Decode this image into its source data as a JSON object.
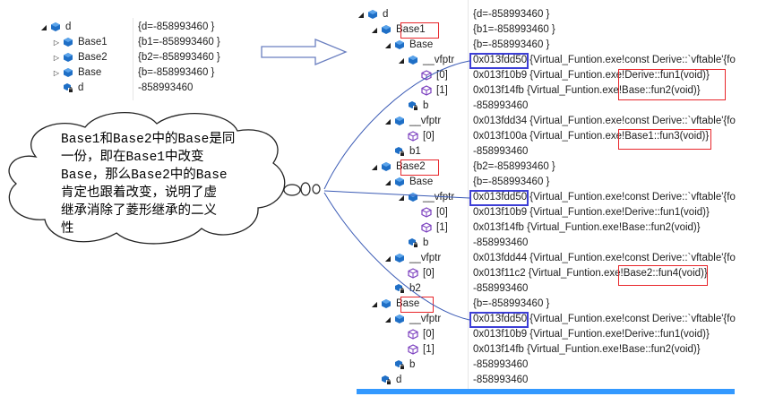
{
  "small_panel": {
    "rows": [
      {
        "name": "d",
        "value": "{d=-858993460 }",
        "expand": "open",
        "icon": "obj"
      },
      {
        "name": "Base1",
        "value": "{b1=-858993460 }",
        "expand": "closed",
        "icon": "obj"
      },
      {
        "name": "Base2",
        "value": "{b2=-858993460 }",
        "expand": "closed",
        "icon": "obj"
      },
      {
        "name": "Base",
        "value": "{b=-858993460 }",
        "expand": "closed",
        "icon": "obj"
      },
      {
        "name": "d",
        "value": "-858993460",
        "expand": "none",
        "icon": "field"
      }
    ]
  },
  "big_panel": {
    "rows": [
      {
        "indent": 0,
        "expand": "open",
        "icon": "obj",
        "name": "d",
        "value": "{d=-858993460 }"
      },
      {
        "indent": 1,
        "expand": "open",
        "icon": "obj",
        "name": "Base1",
        "value": "{b1=-858993460 }"
      },
      {
        "indent": 2,
        "expand": "open",
        "icon": "obj",
        "name": "Base",
        "value": "{b=-858993460 }"
      },
      {
        "indent": 3,
        "expand": "open",
        "icon": "obj",
        "name": "__vfptr",
        "value": "0x013fdd50 {Virtual_Funtion.exe!const Derive::`vftable'{fo"
      },
      {
        "indent": 4,
        "expand": "none",
        "icon": "vfunc",
        "name": "[0]",
        "value": "0x013f10b9 {Virtual_Funtion.exe!Derive::fun1(void)}"
      },
      {
        "indent": 4,
        "expand": "none",
        "icon": "vfunc",
        "name": "[1]",
        "value": "0x013f14fb {Virtual_Funtion.exe!Base::fun2(void)}"
      },
      {
        "indent": 3,
        "expand": "none",
        "icon": "field",
        "name": "b",
        "value": "-858993460"
      },
      {
        "indent": 2,
        "expand": "open",
        "icon": "obj",
        "name": "__vfptr",
        "value": "0x013fdd34 {Virtual_Funtion.exe!const Derive::`vftable'{fo"
      },
      {
        "indent": 3,
        "expand": "none",
        "icon": "vfunc",
        "name": "[0]",
        "value": "0x013f100a {Virtual_Funtion.exe!Base1::fun3(void)}"
      },
      {
        "indent": 2,
        "expand": "none",
        "icon": "field",
        "name": "b1",
        "value": "-858993460"
      },
      {
        "indent": 1,
        "expand": "open",
        "icon": "obj",
        "name": "Base2",
        "value": "{b2=-858993460 }"
      },
      {
        "indent": 2,
        "expand": "open",
        "icon": "obj",
        "name": "Base",
        "value": "{b=-858993460 }"
      },
      {
        "indent": 3,
        "expand": "open",
        "icon": "obj",
        "name": "__vfptr",
        "value": "0x013fdd50 {Virtual_Funtion.exe!const Derive::`vftable'{fo"
      },
      {
        "indent": 4,
        "expand": "none",
        "icon": "vfunc",
        "name": "[0]",
        "value": "0x013f10b9 {Virtual_Funtion.exe!Derive::fun1(void)}"
      },
      {
        "indent": 4,
        "expand": "none",
        "icon": "vfunc",
        "name": "[1]",
        "value": "0x013f14fb {Virtual_Funtion.exe!Base::fun2(void)}"
      },
      {
        "indent": 3,
        "expand": "none",
        "icon": "field",
        "name": "b",
        "value": "-858993460"
      },
      {
        "indent": 2,
        "expand": "open",
        "icon": "obj",
        "name": "__vfptr",
        "value": "0x013fdd44 {Virtual_Funtion.exe!const Derive::`vftable'{fo"
      },
      {
        "indent": 3,
        "expand": "none",
        "icon": "vfunc",
        "name": "[0]",
        "value": "0x013f11c2 {Virtual_Funtion.exe!Base2::fun4(void)}"
      },
      {
        "indent": 2,
        "expand": "none",
        "icon": "field",
        "name": "b2",
        "value": "-858993460"
      },
      {
        "indent": 1,
        "expand": "open",
        "icon": "obj",
        "name": "Base",
        "value": "{b=-858993460 }"
      },
      {
        "indent": 2,
        "expand": "open",
        "icon": "obj",
        "name": "__vfptr",
        "value": "0x013fdd50 {Virtual_Funtion.exe!const Derive::`vftable'{fo"
      },
      {
        "indent": 3,
        "expand": "none",
        "icon": "vfunc",
        "name": "[0]",
        "value": "0x013f10b9 {Virtual_Funtion.exe!Derive::fun1(void)}"
      },
      {
        "indent": 3,
        "expand": "none",
        "icon": "vfunc",
        "name": "[1]",
        "value": "0x013f14fb {Virtual_Funtion.exe!Base::fun2(void)}"
      },
      {
        "indent": 2,
        "expand": "none",
        "icon": "field",
        "name": "b",
        "value": "-858993460"
      },
      {
        "indent": 1,
        "expand": "none",
        "icon": "field",
        "name": "d",
        "value": "-858993460"
      }
    ]
  },
  "callout": {
    "lines": [
      "Base1和Base2中的Base是同",
      "一份，即在Base1中改变",
      "Base，那么Base2中的Base",
      "肯定也跟着改变，说明了虚",
      "继承消除了菱形继承的二义",
      "性"
    ]
  },
  "colors": {
    "highlight_red": "#e8262b",
    "highlight_blue": "#3d3fd6",
    "arrow_line": "#3b5bb5",
    "icon_obj": "#1f6fc6",
    "icon_vfunc": "#7b3fbf",
    "selection_bar": "#3399ff"
  }
}
